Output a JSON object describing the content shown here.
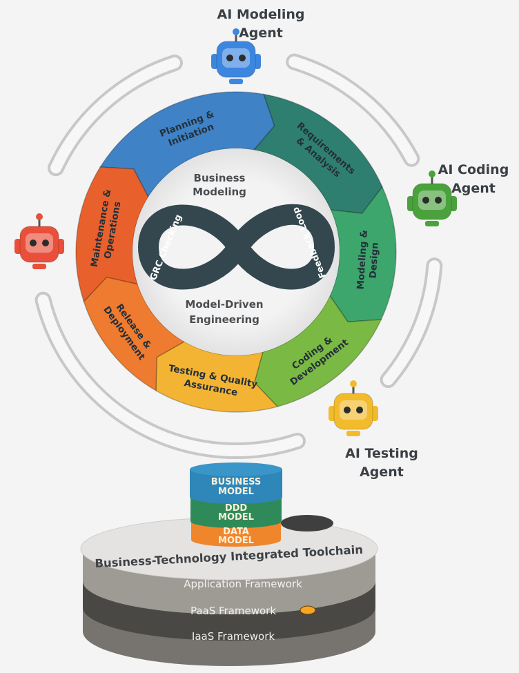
{
  "agents": {
    "modeling": {
      "line1": "AI Modeling",
      "line2": "Agent",
      "color": "#3d86e0"
    },
    "coding": {
      "line1": "AI Coding",
      "line2": "Agent",
      "color": "#4aa23c"
    },
    "testing": {
      "line1": "AI Testing",
      "line2": "Agent",
      "color": "#f2bb2c"
    },
    "unnamed": {
      "color": "#e94f3a"
    }
  },
  "cycle": {
    "segments": [
      {
        "id": "planning",
        "lines": [
          "Planning &",
          "Initiation"
        ],
        "color": "#3f82c6"
      },
      {
        "id": "requirements",
        "lines": [
          "Requirements",
          "& Analysis"
        ],
        "color": "#2f7f70"
      },
      {
        "id": "modeling",
        "lines": [
          "Modeling &",
          "Design"
        ],
        "color": "#3da66c"
      },
      {
        "id": "coding",
        "lines": [
          "Coding &",
          "Development"
        ],
        "color": "#7ab944"
      },
      {
        "id": "testing",
        "lines": [
          "Testing & Quality",
          "Assurance"
        ],
        "color": "#f3b433"
      },
      {
        "id": "release",
        "lines": [
          "Release &",
          "Deployment"
        ],
        "color": "#ee7b2f"
      },
      {
        "id": "maintenance",
        "lines": [
          "Maintenance &",
          "Operations"
        ],
        "color": "#e8612c"
      }
    ]
  },
  "center": {
    "top_line1": "Business",
    "top_line2": "Modeling",
    "bottom_line1": "Model-Driven",
    "bottom_line2": "Engineering",
    "loop_left": "GRC Checking",
    "loop_right": "Feedback Loop",
    "loop_color": "#34474f"
  },
  "models": {
    "business": {
      "line1": "BUSINESS",
      "line2": "MODEL",
      "color": "#2f86b8"
    },
    "ddd": {
      "line1": "DDD",
      "line2": "MODEL",
      "color": "#2f8a5a"
    },
    "data": {
      "line1": "DATA",
      "line2": "MODEL",
      "color": "#f0862c"
    }
  },
  "platform": {
    "toolchain": "Business-Technology Integrated Toolchain",
    "application": "Application Framework",
    "paas": "PaaS Framework",
    "iaas": "IaaS Framework"
  }
}
